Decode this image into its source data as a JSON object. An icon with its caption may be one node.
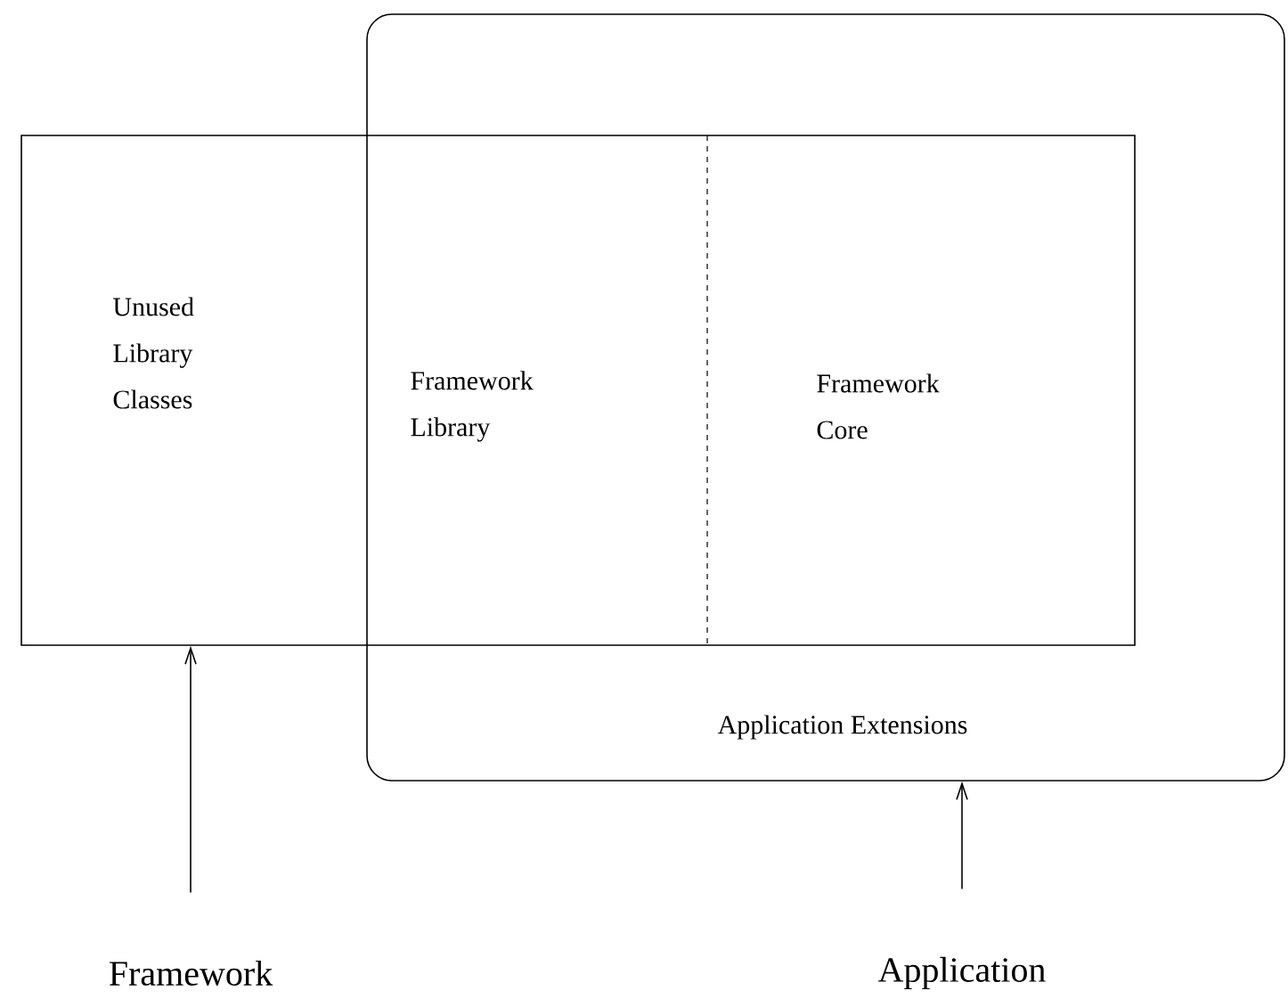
{
  "diagram": {
    "nodes": [
      {
        "text": [
          "Unused Library Classes",
          "Framework Library",
          "Framework Core"
        ]
      },
      {
        "text": [
          "Application Extensions"
        ]
      },
      {
        "text": [
          "Framework"
        ]
      },
      {
        "text": [
          "Application"
        ]
      }
    ],
    "edges": [
      {
        "from": 2,
        "to": 0,
        "arrow": "to"
      },
      {
        "from": 3,
        "to": 1,
        "arrow": "to"
      }
    ]
  }
}
